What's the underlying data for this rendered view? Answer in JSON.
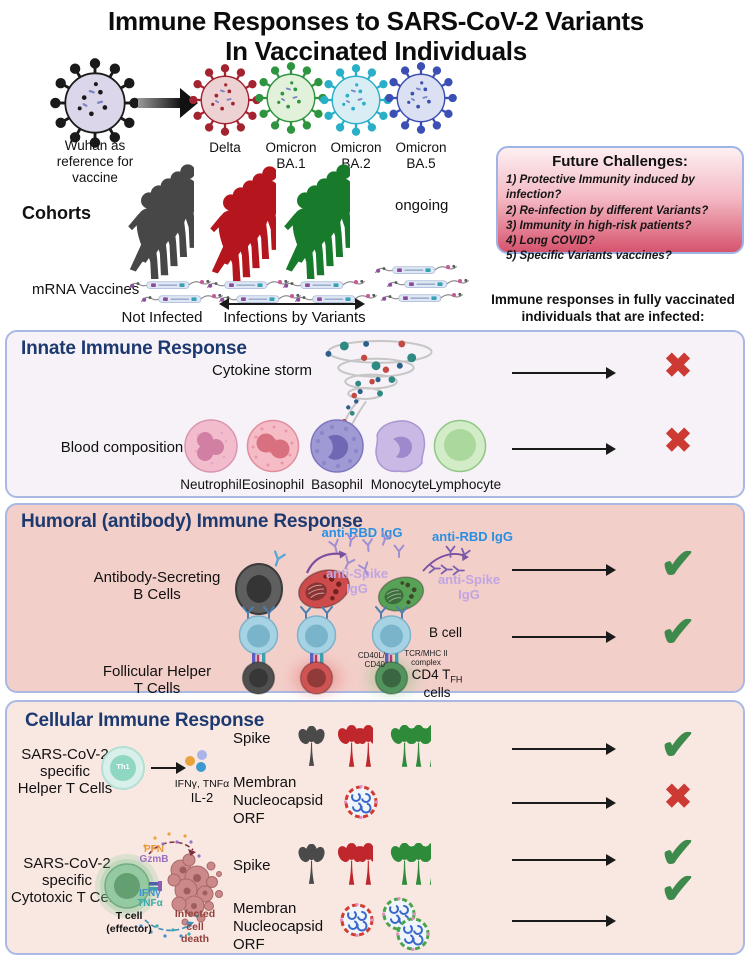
{
  "title": "Immune Responses to SARS-CoV-2 Variants\nIn Vaccinated Individuals",
  "variants": [
    {
      "label": "Wuhan as\nreference for\nvaccine"
    },
    {
      "label": "Delta"
    },
    {
      "label": "Omicron\nBA.1"
    },
    {
      "label": "Omicron\nBA.2"
    },
    {
      "label": "Omicron\nBA.5"
    }
  ],
  "cohorts": {
    "heading": "Cohorts",
    "ongoing_label": "ongoing",
    "mrna_label": "mRNA Vaccines",
    "not_infected_label": "Not Infected",
    "infections_label": "Infections by Variants"
  },
  "future_challenges": {
    "title": "Future Challenges:",
    "items": [
      "1) Protective Immunity induced by infection?",
      "2) Re-infection by different Variants?",
      "3) Immunity in high-risk patients?",
      "4) Long COVID?",
      "5) Specific Variants vaccines?"
    ]
  },
  "right_note": "Immune responses in fully vaccinated\nindividuals that are infected:",
  "marks": {
    "check": "✔",
    "cross": "✖"
  },
  "innate": {
    "title": "Innate Immune Response",
    "cytokine_label": "Cytokine storm",
    "blood_label": "Blood composition",
    "cell_labels": [
      "Neutrophil",
      "Eosinophil",
      "Basophil",
      "Monocyte",
      "Lymphocyte"
    ]
  },
  "humoral": {
    "title": "Humoral (antibody) Immune Response",
    "row1_label": "Antibody-Secreting\nB Cells",
    "row2_label": "Follicular Helper\nT Cells",
    "anti_rbd": "anti-RBD IgG",
    "anti_spike": "anti-Spike\nIgG",
    "b_cell_label": "B cell",
    "cd40_label": "CD40L/\nCD40",
    "tcr_label": "TCR/MHC II\ncomplex",
    "cd4_pre": "CD4 T",
    "cd4_sub": "FH",
    "cd4_post": "cells"
  },
  "cellular": {
    "title": "Cellular Immune Response",
    "helper_label": "SARS-CoV-2\nspecific\nHelper T Cells",
    "th1_label": "Th1",
    "cytokines_label": "IFNγ, TNFα",
    "il2_label": "IL-2",
    "spike_label": "Spike",
    "membran_label": "Membran\nNucleocapsid\nORF",
    "cytotoxic_label": "SARS-CoV-2\nspecific\nCytotoxic T Cells",
    "pfn_label": "PFN",
    "gzmb_label": "GzmB",
    "ifng_label": "IFNγ",
    "tnfa_label": "TNFα",
    "tcell_label": "T cell\n(effector)",
    "infected_label": "Infected\ncell\ndeath"
  },
  "colors": {
    "check": "#3e8a4c",
    "cross": "#cc3a33",
    "panel_title": "#1d3a70",
    "anti_rbd": "#2a8fe0",
    "anti_spike": "#c0a5e0"
  }
}
